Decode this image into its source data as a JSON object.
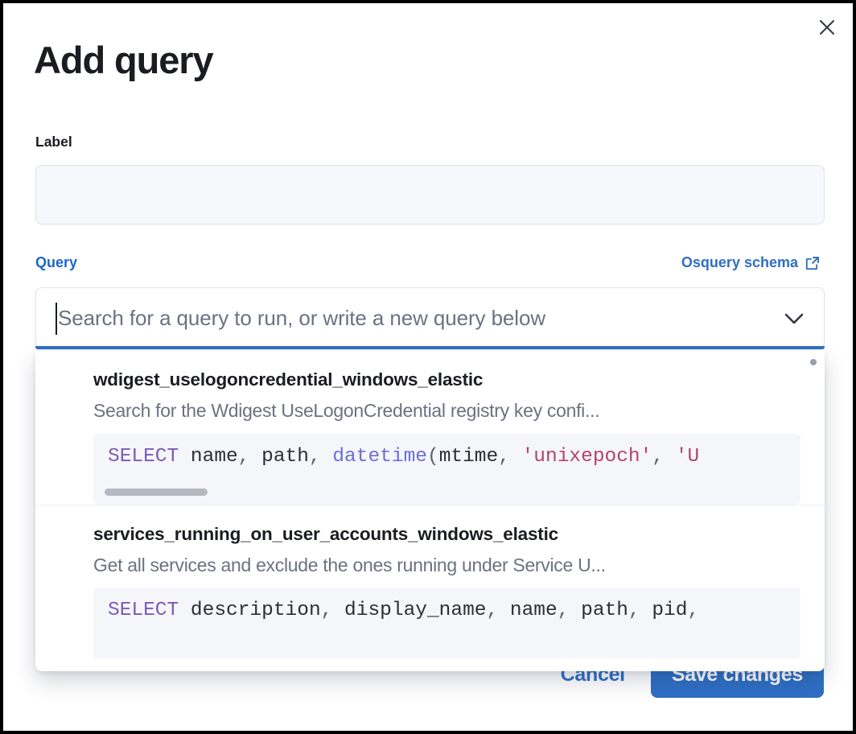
{
  "modal": {
    "title": "Add query",
    "close_icon": "close-icon"
  },
  "label_field": {
    "label": "Label",
    "value": "",
    "placeholder": ""
  },
  "query_field": {
    "label": "Query",
    "schema_link_text": "Osquery schema",
    "schema_link_icon": "external-link-icon",
    "combo_placeholder": "Search for a query to run, or write a new query below",
    "combo_value": "",
    "chevron_icon": "chevron-down-icon"
  },
  "dropdown": {
    "items": [
      {
        "title": "wdigest_uselogoncredential_windows_elastic",
        "description": "Search for the Wdigest UseLogonCredential registry key confi...",
        "code_tokens": [
          {
            "t": "SELECT",
            "c": "kw"
          },
          {
            "t": " name",
            "c": "pl"
          },
          {
            "t": ",",
            "c": "pn"
          },
          {
            "t": " path",
            "c": "pl"
          },
          {
            "t": ",",
            "c": "pn"
          },
          {
            "t": " ",
            "c": "pl"
          },
          {
            "t": "datetime",
            "c": "fn"
          },
          {
            "t": "(",
            "c": "pn"
          },
          {
            "t": "mtime",
            "c": "pl"
          },
          {
            "t": ",",
            "c": "pn"
          },
          {
            "t": " ",
            "c": "pl"
          },
          {
            "t": "'unixepoch'",
            "c": "str"
          },
          {
            "t": ",",
            "c": "pn"
          },
          {
            "t": " ",
            "c": "pl"
          },
          {
            "t": "'U",
            "c": "str"
          }
        ],
        "has_horizontal_scrollbar": true
      },
      {
        "title": "services_running_on_user_accounts_windows_elastic",
        "description": "Get all services and exclude the ones running under Service U...",
        "code_tokens": [
          {
            "t": "SELECT",
            "c": "kw"
          },
          {
            "t": " description",
            "c": "pl"
          },
          {
            "t": ",",
            "c": "pn"
          },
          {
            "t": " display_name",
            "c": "pl"
          },
          {
            "t": ",",
            "c": "pn"
          },
          {
            "t": " name",
            "c": "pl"
          },
          {
            "t": ",",
            "c": "pn"
          },
          {
            "t": " path",
            "c": "pl"
          },
          {
            "t": ",",
            "c": "pn"
          },
          {
            "t": " pid",
            "c": "pl"
          },
          {
            "t": ",",
            "c": "pn"
          }
        ],
        "has_horizontal_scrollbar": false
      }
    ]
  },
  "footer": {
    "cancel_label": "Cancel",
    "save_label": "Save changes"
  },
  "colors": {
    "accent_blue": "#2f6fc4",
    "link_blue": "#1a66cc",
    "text_dark": "#1a1c21",
    "text_muted": "#6b7280",
    "code_bg": "#f5f6fa",
    "input_bg": "#f7f8fc"
  }
}
